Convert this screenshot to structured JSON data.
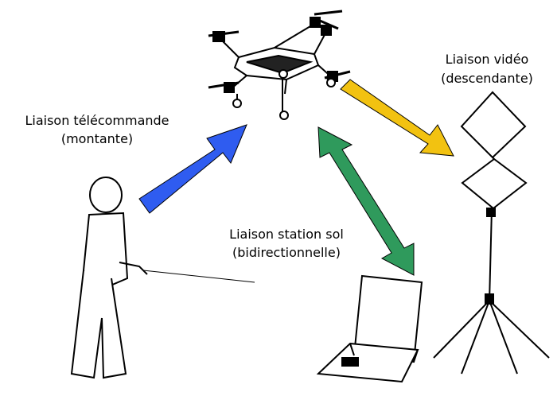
{
  "labels": {
    "telecommande": {
      "line1": "Liaison télécommande",
      "line2": "(montante)"
    },
    "video": {
      "line1": "Liaison vidéo",
      "line2": "(descendante)"
    },
    "station_sol": {
      "line1": "Liaison station sol",
      "line2": "(bidirectionnelle)"
    }
  },
  "colors": {
    "uplink": "#2f5cf0",
    "downlink": "#f2c211",
    "bidirectional": "#2f9a5c",
    "drawing": "#000000"
  },
  "icons": {
    "drone": "quadcopter-icon",
    "operator": "operator-with-remote-icon",
    "antenna": "video-antenna-mast-icon",
    "laptop": "laptop-ground-station-icon"
  }
}
